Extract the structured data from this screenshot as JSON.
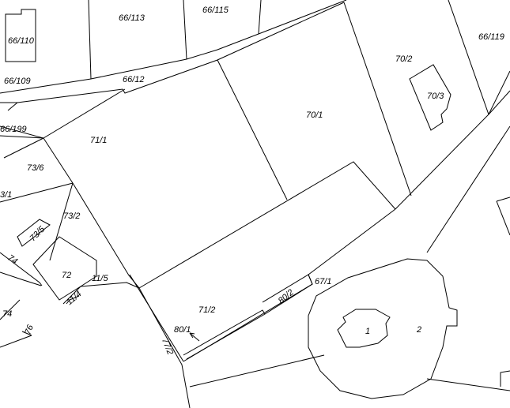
{
  "parcels": [
    {
      "id": "p-66-110",
      "label": "66/110"
    },
    {
      "id": "p-66-113",
      "label": "66/113"
    },
    {
      "id": "p-66-115",
      "label": "66/115"
    },
    {
      "id": "p-66-119",
      "label": "66/119"
    },
    {
      "id": "p-66-109",
      "label": "66/109"
    },
    {
      "id": "p-66-12",
      "label": "66/12"
    },
    {
      "id": "p-70-2",
      "label": "70/2"
    },
    {
      "id": "p-70-3",
      "label": "70/3"
    },
    {
      "id": "p-70-1",
      "label": "70/1"
    },
    {
      "id": "p-66-199",
      "label": "66/199"
    },
    {
      "id": "p-71-1",
      "label": "71/1"
    },
    {
      "id": "p-73-6",
      "label": "73/6"
    },
    {
      "id": "p-73-1",
      "label": "3/1"
    },
    {
      "id": "p-73-2",
      "label": "73/2"
    },
    {
      "id": "p-73-5",
      "label": "73/5"
    },
    {
      "id": "p-73-4",
      "label": "74"
    },
    {
      "id": "p-72",
      "label": "72"
    },
    {
      "id": "p-11-5",
      "label": "11/5"
    },
    {
      "id": "p-11-4",
      "label": "11/4"
    },
    {
      "id": "p-74",
      "label": "74"
    },
    {
      "id": "p-76",
      "label": "76"
    },
    {
      "id": "p-71-2",
      "label": "71/2"
    },
    {
      "id": "p-80-2",
      "label": "80/2"
    },
    {
      "id": "p-67-1",
      "label": "67/1"
    },
    {
      "id": "p-80-1",
      "label": "80/1"
    },
    {
      "id": "p-77-2",
      "label": "77/2"
    },
    {
      "id": "p-1",
      "label": "1"
    },
    {
      "id": "p-2",
      "label": "2"
    }
  ]
}
